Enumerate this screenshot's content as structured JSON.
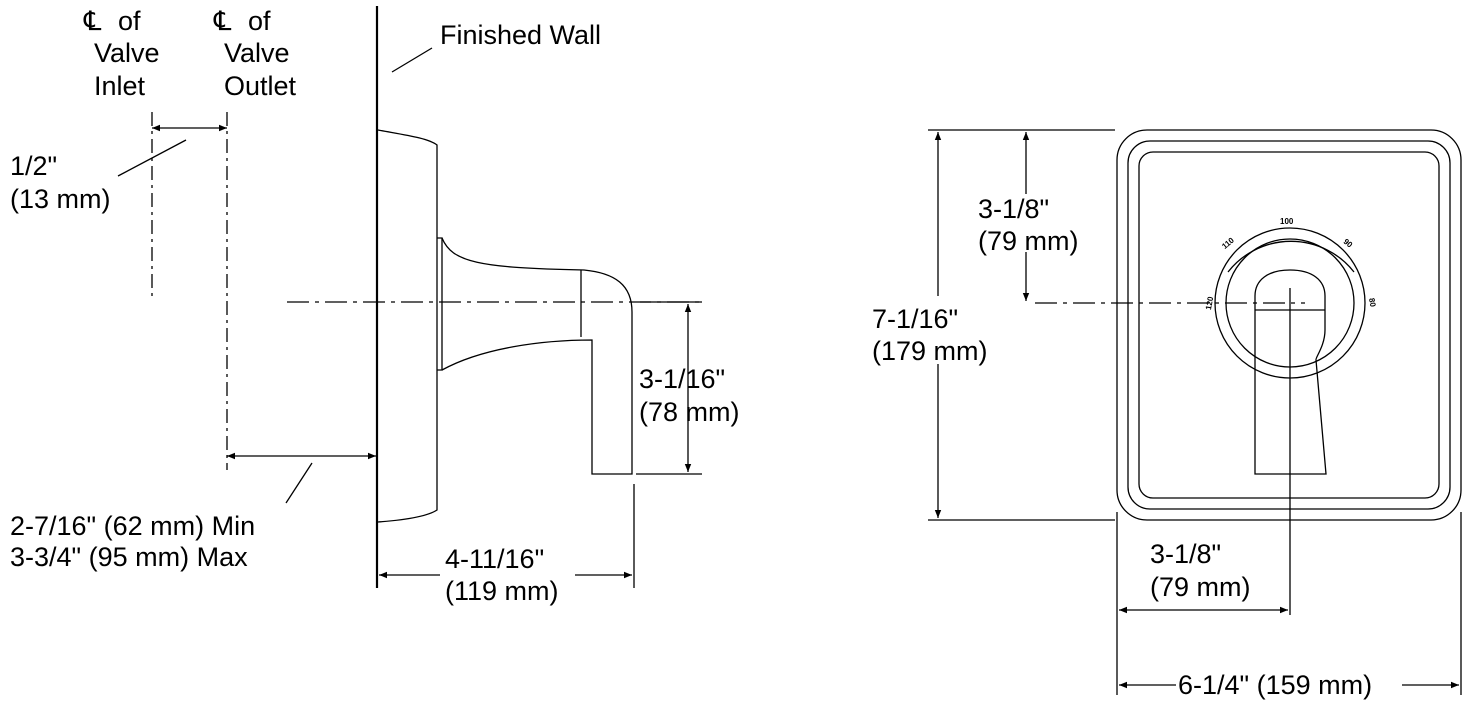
{
  "side_view": {
    "cl_symbol": "℄",
    "valve_inlet": [
      "of",
      "Valve",
      "Inlet"
    ],
    "valve_outlet": [
      "of",
      "Valve",
      "Outlet"
    ],
    "finished_wall": "Finished Wall",
    "inlet_outlet_offset": [
      "1/2\"",
      "(13 mm)"
    ],
    "wall_depth": [
      "2-7/16\" (62 mm) Min",
      "3-3/4\" (95 mm) Max"
    ],
    "projection": [
      "4-11/16\"",
      "(119 mm)"
    ],
    "handle_height": [
      "3-1/16\"",
      "(78 mm)"
    ]
  },
  "front_view": {
    "center_to_top": [
      "3-1/8\"",
      "(79 mm)"
    ],
    "total_height": [
      "7-1/16\"",
      "(179 mm)"
    ],
    "center_to_side": [
      "3-1/8\"",
      "(79 mm)"
    ],
    "total_width": "6-1/4\" (159 mm)",
    "dial_marks": [
      "100",
      "110",
      "120",
      "90",
      "80"
    ]
  }
}
